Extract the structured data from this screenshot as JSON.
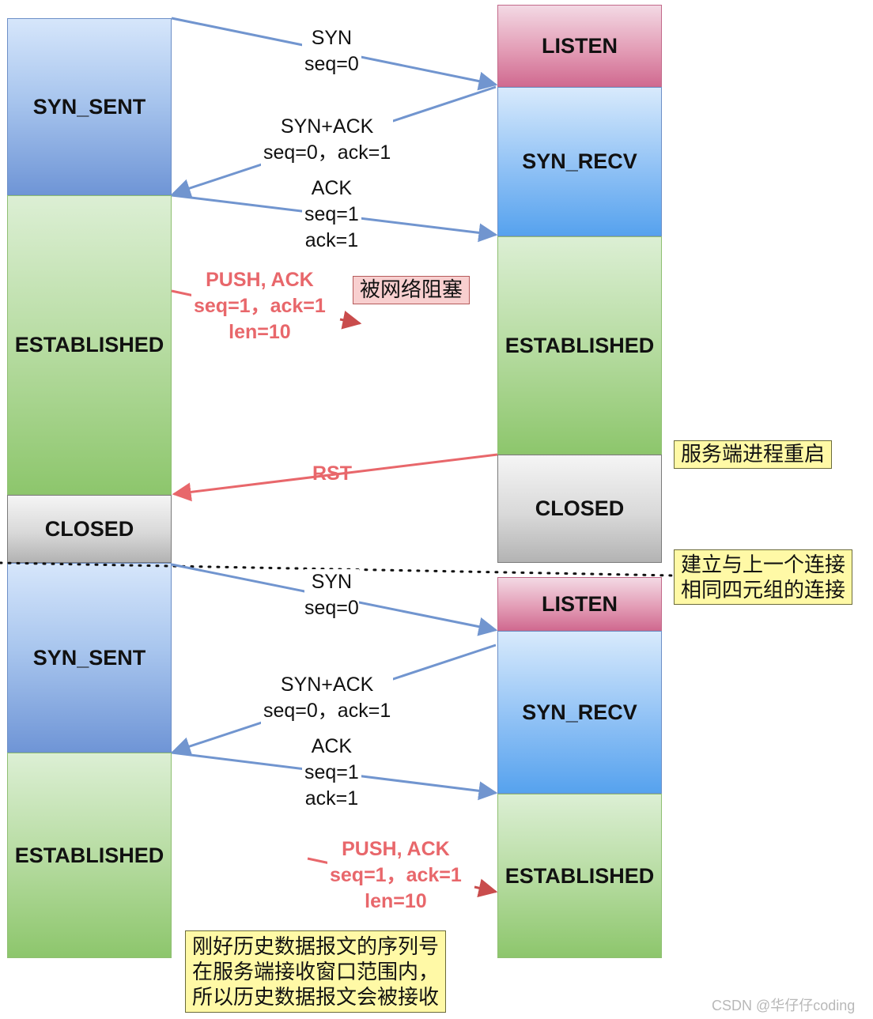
{
  "left_states": [
    {
      "label": "SYN_SENT",
      "color": "blue"
    },
    {
      "label": "ESTABLISHED",
      "color": "green"
    },
    {
      "label": "CLOSED",
      "color": "gray"
    },
    {
      "label": "SYN_SENT",
      "color": "blue"
    },
    {
      "label": "ESTABLISHED",
      "color": "green"
    }
  ],
  "right_states": [
    {
      "label": "LISTEN",
      "color": "pink"
    },
    {
      "label": "SYN_RECV",
      "color": "blue"
    },
    {
      "label": "ESTABLISHED",
      "color": "green"
    },
    {
      "label": "CLOSED",
      "color": "gray"
    },
    {
      "label": "LISTEN",
      "color": "pink"
    },
    {
      "label": "SYN_RECV",
      "color": "blue"
    },
    {
      "label": "ESTABLISHED",
      "color": "green"
    }
  ],
  "messages": [
    {
      "lines": [
        "SYN",
        "seq=0"
      ]
    },
    {
      "lines": [
        "SYN+ACK",
        "seq=0，ack=1"
      ]
    },
    {
      "lines": [
        "ACK",
        "seq=1",
        "ack=1"
      ]
    },
    {
      "lines": [
        "PUSH, ACK",
        "seq=1，ack=1",
        "len=10"
      ]
    },
    {
      "lines": [
        "RST"
      ]
    },
    {
      "lines": [
        "SYN",
        "seq=0"
      ]
    },
    {
      "lines": [
        "SYN+ACK",
        "seq=0，ack=1"
      ]
    },
    {
      "lines": [
        "ACK",
        "seq=1",
        "ack=1"
      ]
    },
    {
      "lines": [
        "PUSH, ACK",
        "seq=1，ack=1",
        "len=10"
      ]
    }
  ],
  "notes": {
    "blocked": "被网络阻塞",
    "server_restart": "服务端进程重启",
    "new_connection": [
      "建立与上一个连接",
      "相同四元组的连接"
    ],
    "accepted": [
      "刚好历史数据报文的序列号",
      "在服务端接收窗口范围内，",
      "所以历史数据报文会被接收"
    ]
  },
  "watermark": "CSDN @华仔仔coding",
  "colors": {
    "arrow_normal": "#7195cf",
    "arrow_red": "#e8676b"
  }
}
